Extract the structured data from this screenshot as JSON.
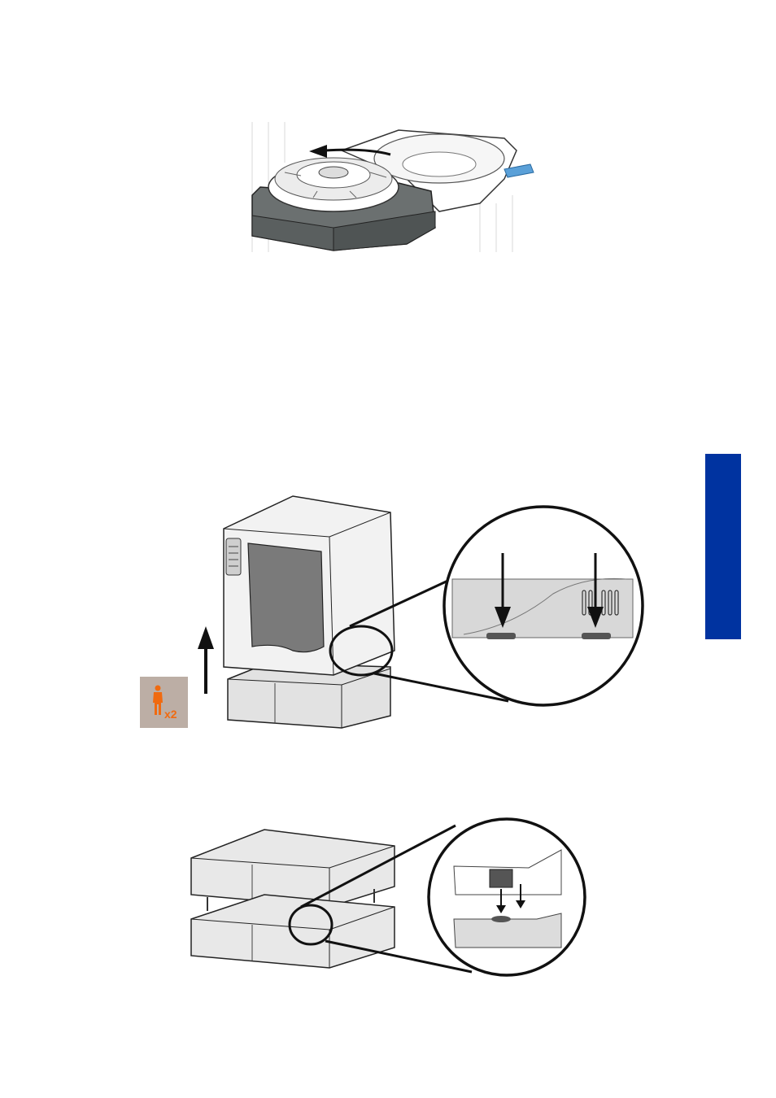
{
  "side_tab": {
    "color": "#0033a0"
  },
  "lift_badge": {
    "multiplier": "x2",
    "icon": "person-icon",
    "icon_color": "#f06a10",
    "bg": "#bcaea5"
  },
  "figures": [
    {
      "name": "cartridge-spool-illustration"
    },
    {
      "name": "printer-lift-illustration"
    },
    {
      "name": "stacking-cabinets-illustration"
    }
  ]
}
